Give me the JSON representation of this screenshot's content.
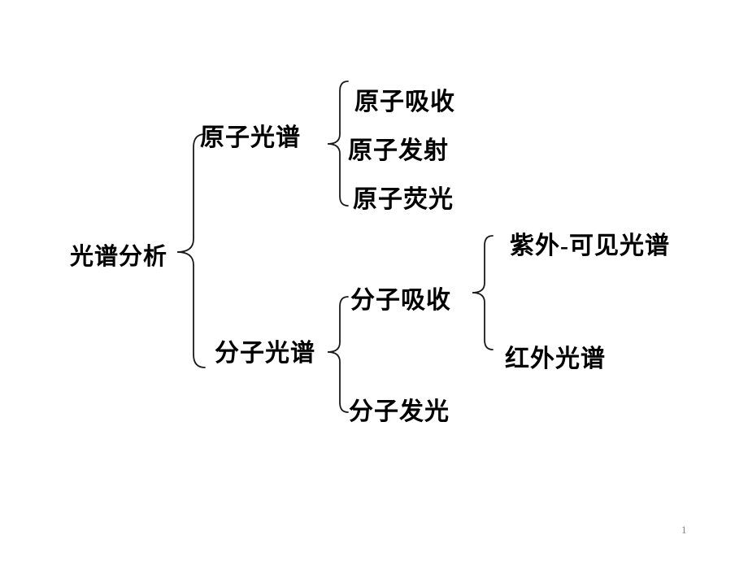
{
  "slide": {
    "page_number": "1"
  },
  "colors": {
    "background": "#ffffff",
    "text": "#000000",
    "line": "#1a1a1a",
    "page_number": "#847f8f"
  },
  "tree": {
    "root_label": "光谱分析",
    "atomic": {
      "label": "原子光谱",
      "children": [
        {
          "label": "原子吸收"
        },
        {
          "label": "原子发射"
        },
        {
          "label": "原子荧光"
        }
      ]
    },
    "molecular": {
      "label": "分子光谱",
      "absorption": {
        "label": "分子吸收",
        "children": [
          {
            "label": "紫外-可见光谱"
          },
          {
            "label": "红外光谱"
          }
        ]
      },
      "luminescence_label": "分子发光"
    }
  }
}
